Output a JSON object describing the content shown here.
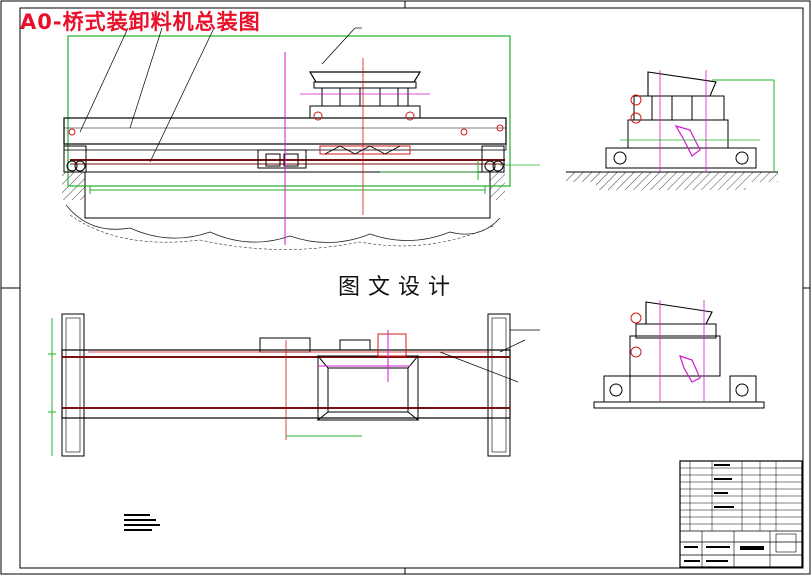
{
  "drawing": {
    "title": "A0-桥式装卸料机总装图",
    "watermark": "图文设计"
  },
  "colors": {
    "title_red": "#e8102a",
    "outline": "#000000",
    "dimension_green": "#22b02a",
    "center_magenta": "#d01ad0",
    "axis_red": "#d01818",
    "rail_dark_red": "#7a1010",
    "ground_hatch": "#333333"
  },
  "views": [
    {
      "name": "front-elevation"
    },
    {
      "name": "side-elevation"
    },
    {
      "name": "plan-view"
    },
    {
      "name": "end-view"
    }
  ],
  "title_block": {
    "name": "title-block"
  }
}
